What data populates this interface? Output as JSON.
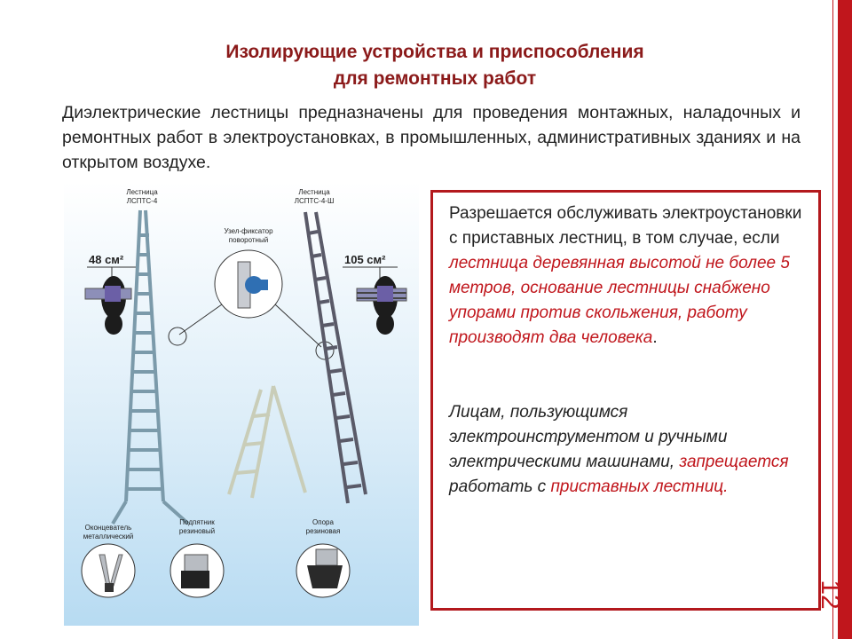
{
  "title": {
    "line1": "Изолирующие устройства и приспособления",
    "line2": "для ремонтных работ"
  },
  "intro": "Диэлектрические лестницы предназначены для проведения монтажных, наладочных и ремонтных работ в электроустановках, в промышленных, административных зданиях и на открытом воздухе.",
  "illustration": {
    "ladder1_label_1": "Лестница",
    "ladder1_label_2": "ЛСПТС-4",
    "ladder2_label_1": "Лестница",
    "ladder2_label_2": "ЛСПТС-4-Ш",
    "node_label_1": "Узел-фиксатор",
    "node_label_2": "поворотный",
    "area_left": "48 см²",
    "area_right": "105 см²",
    "part1_label_1": "Оконцеватель",
    "part1_label_2": "металлический",
    "part2_label_1": "Подпятник",
    "part2_label_2": "резиновый",
    "part3_label_1": "Опора",
    "part3_label_2": "резиновая"
  },
  "box": {
    "p1_plain": "Разрешается обслуживать электроустановки с приставных лестниц, в том случае, если ",
    "p1_red": "лестница деревянная высотой не более 5 метров, основание лестницы снабжено упорами против скольжения, работу производят два человека",
    "p1_end": ".",
    "p2_plain": "Лицам, пользующимся электроинструментом и ручными электрическими машинами, ",
    "p2_red": "запрещается",
    "p2_mid": " работать с ",
    "p2_red2": "приставных лестниц."
  },
  "slide_number": "12",
  "colors": {
    "accent": "#c0161c",
    "title": "#8b1a1a"
  }
}
